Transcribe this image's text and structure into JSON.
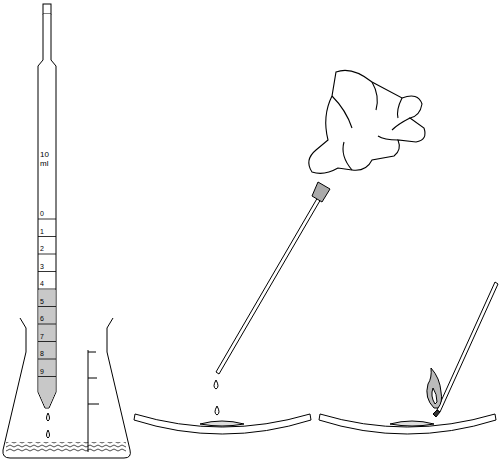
{
  "diagram": {
    "labels": [
      "10 ml",
      "0",
      "1",
      "2",
      "3",
      "4",
      "5",
      "6",
      "7",
      "8",
      "9"
    ]
  }
}
